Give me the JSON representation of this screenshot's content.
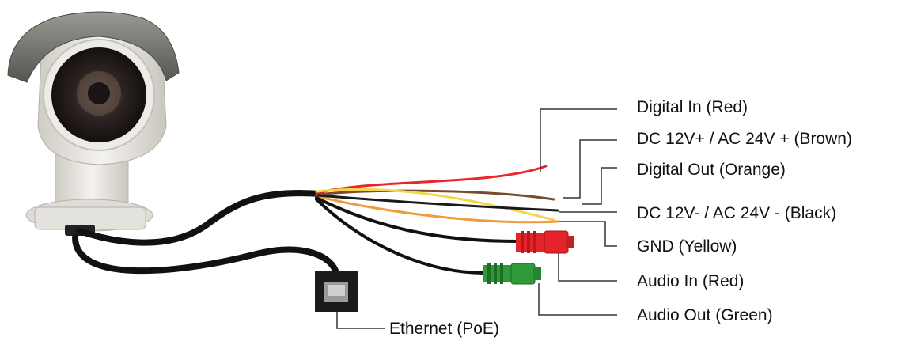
{
  "labels": {
    "digital_in": "Digital In (Red)",
    "dc_plus": "DC 12V+ / AC 24V + (Brown)",
    "digital_out": "Digital Out (Orange)",
    "dc_minus": "DC 12V- / AC 24V - (Black)",
    "gnd": "GND (Yellow)",
    "audio_in": "Audio In (Red)",
    "audio_out": "Audio Out (Green)",
    "ethernet": "Ethernet (PoE)"
  },
  "colors": {
    "wire_red": "#e8262b",
    "wire_brown": "#7a4a2e",
    "wire_orange": "#f09a3e",
    "wire_black": "#1a1a1a",
    "wire_yellow": "#f4d64a",
    "connector_red": "#e5232a",
    "connector_green": "#2f9a3a",
    "cable": "#111111",
    "camera_body": "#e9e7e2",
    "leader_line": "#333333"
  }
}
